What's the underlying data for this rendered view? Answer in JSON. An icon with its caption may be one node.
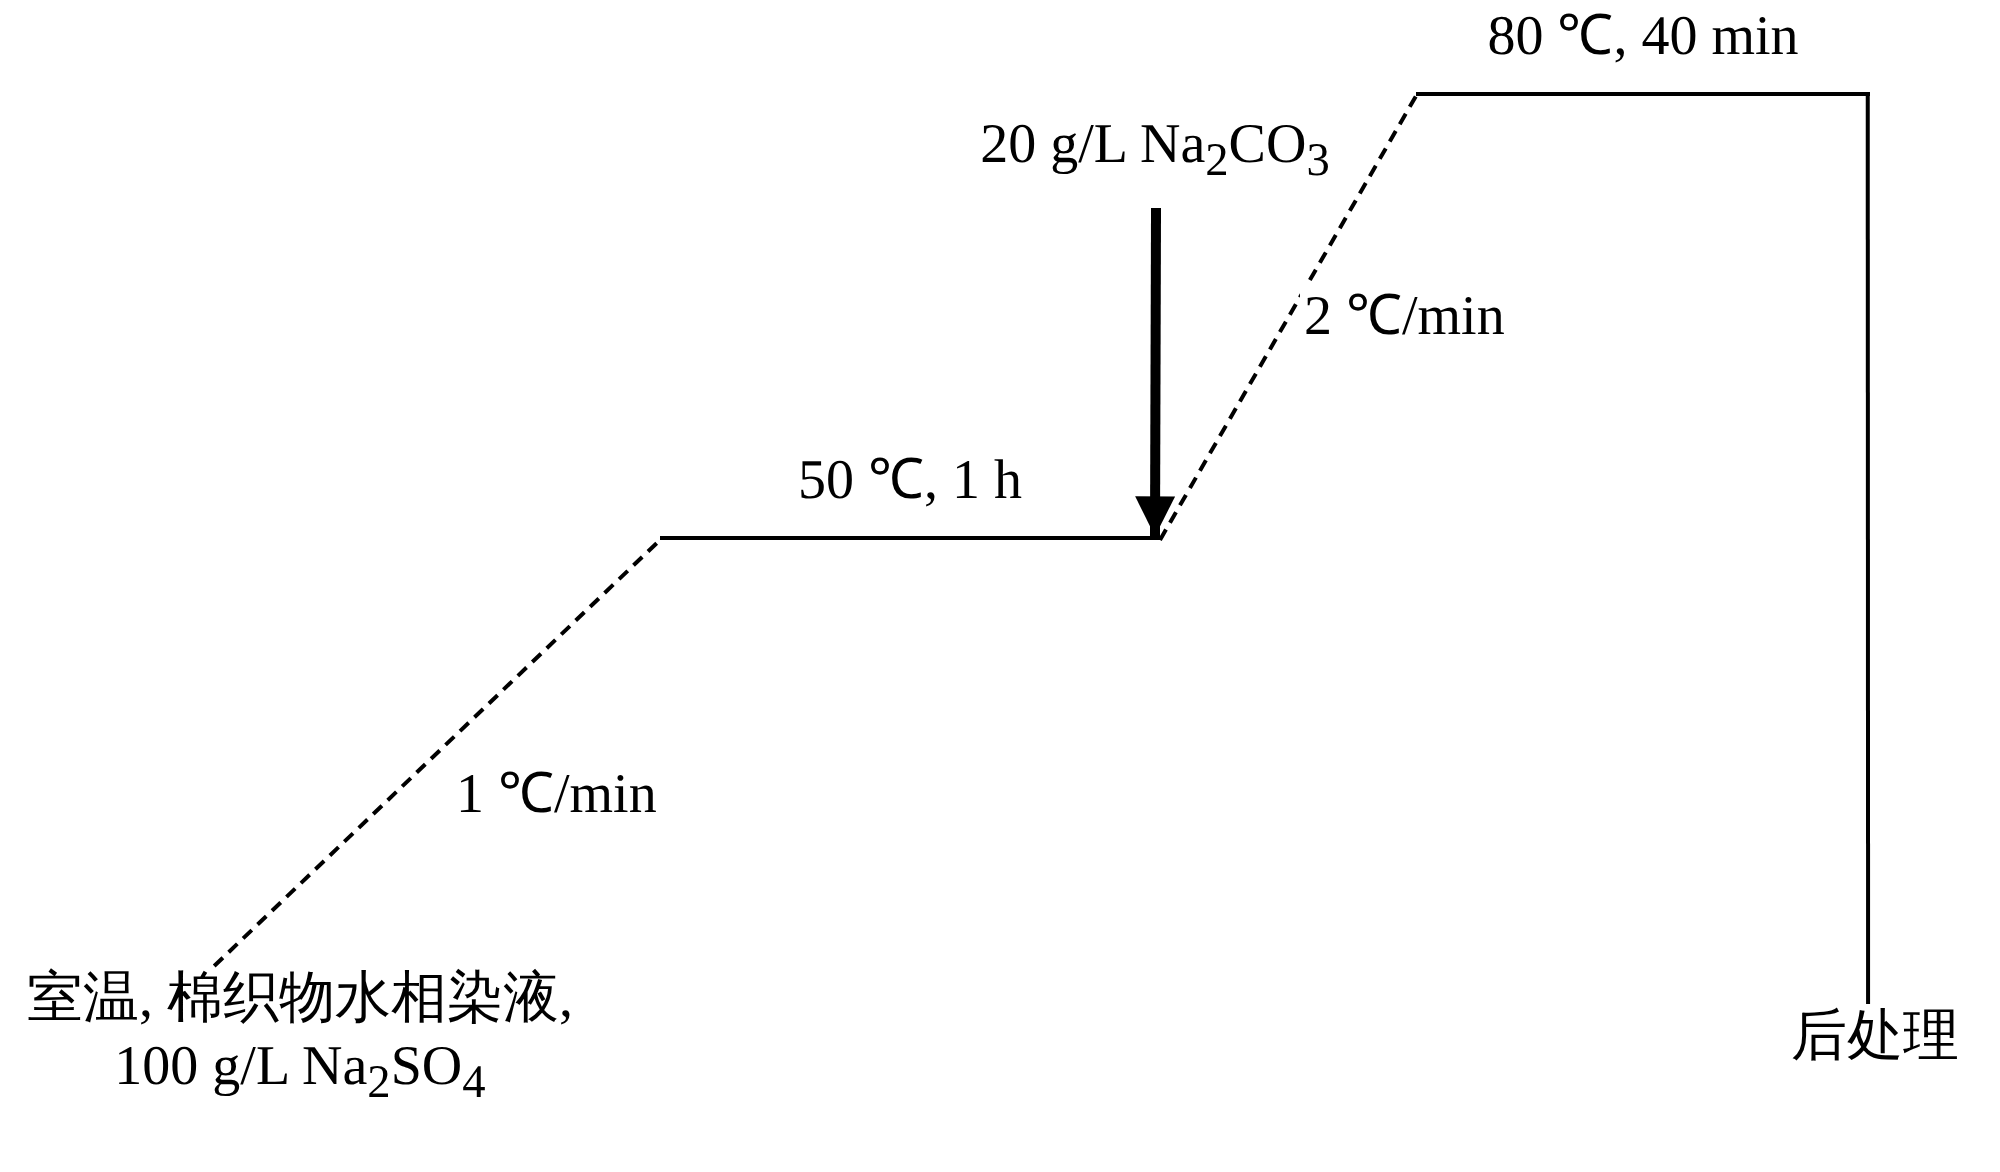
{
  "diagram": {
    "nodes": [
      {
        "text": [
          "室温, 棉织物水相染液, 100 g/L Na$_{2}$SO$_{4}$"
        ]
      },
      {
        "text": [
          "50 ℃, 1 h"
        ]
      },
      {
        "text": [
          "80 ℃, 40 min"
        ]
      },
      {
        "text": [
          "后处理"
        ]
      },
      {
        "text": [
          "20 g/L Na$_{2}$CO$_{3}$"
        ]
      }
    ],
    "edges": [
      {
        "from": 0,
        "to": 1,
        "arrow": "none",
        "style": "dashed",
        "label": "1 ℃/min"
      },
      {
        "from": 1,
        "to": 2,
        "arrow": "none",
        "style": "dashed",
        "label": "2 ℃/min"
      },
      {
        "from": 2,
        "to": 3,
        "arrow": "none"
      },
      {
        "from": 4,
        "to": 1,
        "arrow": "to",
        "style": "thick"
      }
    ]
  }
}
